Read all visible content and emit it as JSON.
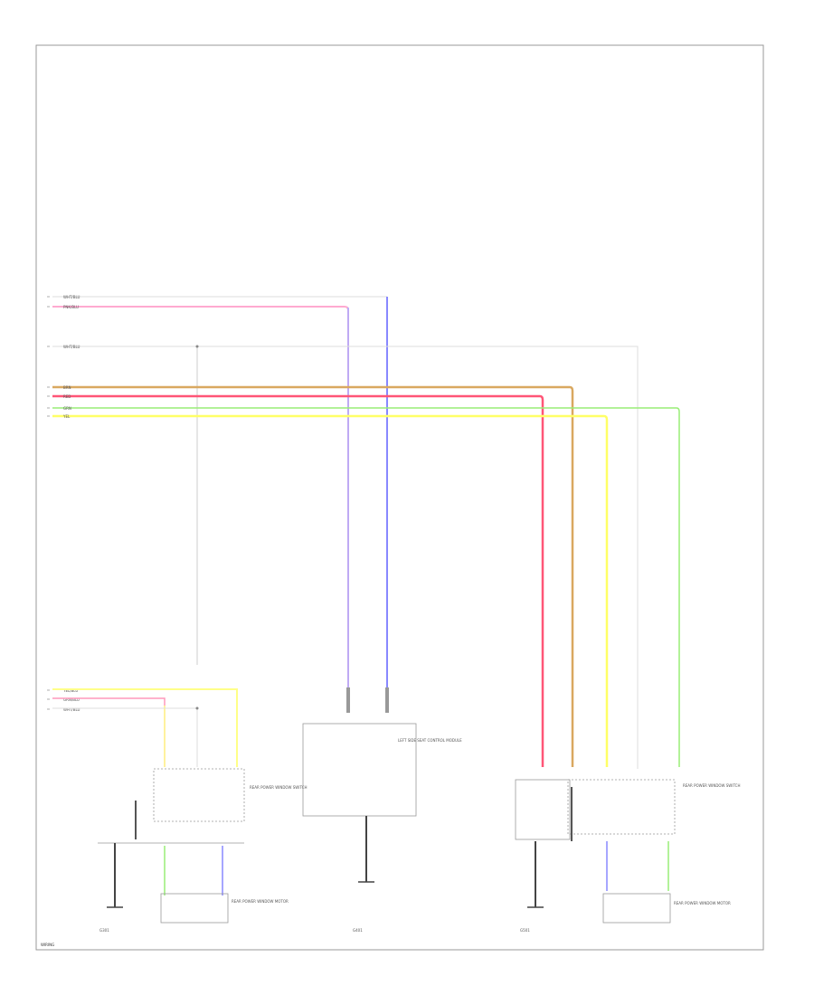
{
  "colors": {
    "background": "#ffffff",
    "frame": "#999999",
    "black": "#333333",
    "pink": "#ff99cc",
    "red": "#ff5577",
    "blue": "#8888ff",
    "orange": "#d9a860",
    "yellow": "#ffff66",
    "green": "#99ee77",
    "gray": "#bbbbbb"
  },
  "wire_labels": {
    "top_left_1": "WHT/BLU",
    "top_left_2": "PNK/BLU",
    "top_left_3": "WHT/BLU",
    "harness_1": "BRN",
    "harness_2": "RED",
    "harness_3": "GRN",
    "harness_4": "YEL",
    "left_lower_1": "YEL/BLU",
    "left_lower_2": "GRN/BLU",
    "left_lower_3": "WHT/BLU"
  },
  "components": {
    "left_switch": "REAR POWER WINDOW SWITCH",
    "left_motor": "REAR POWER WINDOW MOTOR",
    "left_ground": "G301",
    "center_module": "LEFT SIDE SEAT CONTROL MODULE",
    "center_ground": "G401",
    "right_switch": "REAR POWER WINDOW SWITCH",
    "right_motor": "REAR POWER WINDOW MOTOR",
    "right_ground": "G501"
  },
  "footer": "WIRING"
}
